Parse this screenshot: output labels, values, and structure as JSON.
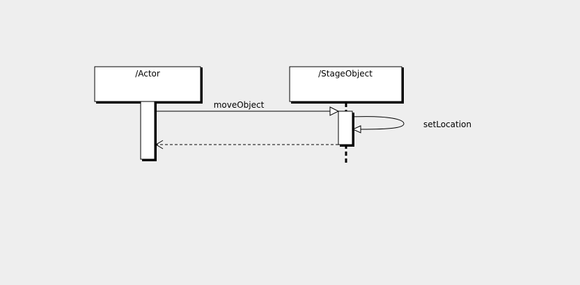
{
  "diagram": {
    "type": "sequence",
    "colors": {
      "background": "#eeeeee",
      "box_fill": "#ffffff",
      "stroke": "#000000"
    },
    "lifelines": [
      {
        "id": "actor",
        "label": "/Actor"
      },
      {
        "id": "stage_object",
        "label": "/StageObject"
      }
    ],
    "messages": [
      {
        "label": "moveObject",
        "from": "actor",
        "to": "stage_object",
        "kind": "call"
      },
      {
        "label": "setLocation",
        "from": "stage_object",
        "to": "stage_object",
        "kind": "self-call"
      },
      {
        "label": "",
        "from": "stage_object",
        "to": "actor",
        "kind": "return"
      }
    ]
  }
}
